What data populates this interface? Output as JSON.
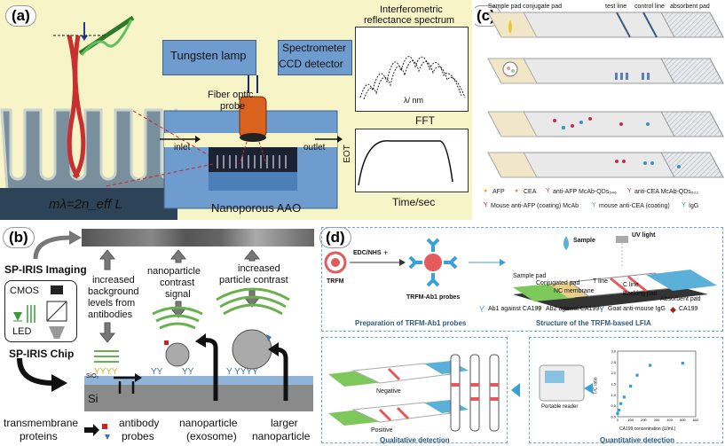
{
  "panel_a": {
    "tag": "(a)",
    "tungsten_lamp": "Tungsten lamp",
    "spectrometer_line1": "Spectrometer",
    "spectrometer_line2": "CCD detector",
    "fiber_line1": "Fiber optic",
    "fiber_line2": "probe",
    "inlet": "inlet",
    "outlet": "outlet",
    "formula": "mλ=2n_eff L",
    "nanoporous": "Nanoporous AAO",
    "spectrum_title_line1": "Interferometric",
    "spectrum_title_line2": "reflectance spectrum",
    "spectrum_xlabel": "λ/ nm",
    "fft": "FFT",
    "eot": "EOT",
    "time": "Time/sec"
  },
  "panel_b": {
    "tag": "(b)",
    "sp_iris_imaging": "SP-IRIS Imaging",
    "sp_iris_chip": "SP-IRIS Chip",
    "cmos": "CMOS",
    "led": "LED",
    "col1_line1": "increased",
    "col1_line2": "background",
    "col1_line3": "levels from",
    "col1_line4": "antibodies",
    "col2_line1": "nanoparticle",
    "col2_line2": "contrast",
    "col2_line3": "signal",
    "col3_line1": "increased",
    "col3_line2": "particle contrast",
    "sio2": "SiO₂",
    "si": "Si",
    "transmembrane_line1": "transmembrane",
    "transmembrane_line2": "proteins",
    "antibody_line1": "antibody",
    "antibody_line2": "probes",
    "nanoparticle_line1": "nanoparticle",
    "nanoparticle_line2": "(exosome)",
    "larger_line1": "larger",
    "larger_line2": "nanoparticle"
  },
  "panel_c": {
    "tag": "(c)",
    "sample_pad": "Sample pad",
    "conjugate_pad": "conjugate pad",
    "test_line": "test line",
    "control_line": "control line",
    "absorbent_pad": "absorbent pad",
    "legend": {
      "afp": "AFP",
      "cea": "CEA",
      "anti_afp": "anti-AFP McAb-QDs₅₄₆",
      "anti_cea": "anti-CEA McAb-QDs₆₂₂",
      "mouse_afp": "Mouse anti-AFP (coating) McAb",
      "mouse_cea": "mouse anti-CEA (coating)",
      "igg": "IgG"
    }
  },
  "panel_d": {
    "tag": "(d)",
    "edc": "EDC/NHS",
    "plus": "+",
    "trfm": "TRFM",
    "trfm_probes": "TRFM-Ab1 probes",
    "sample": "Sample",
    "uv_light": "UV light",
    "sample_pad": "Sample pad",
    "conjugated_pad": "Conjugated pad",
    "nc_membrane": "NC membrane",
    "t_line": "T line",
    "c_line": "C line",
    "backing_pad": "Backing pad",
    "absorbent_pad": "Absorbent pad",
    "legend_ab1": "Ab1 against CA199",
    "legend_ab2": "Ab2 against CA199",
    "legend_goat": "Goat anti-mouse IgG",
    "legend_ca199": "CA199",
    "prep_title": "Preparation of TRFM-Ab1 probes",
    "structure_title": "Structure of the TRFM-based LFIA",
    "negative": "Negative",
    "positive": "Positive",
    "qualitative": "Qualitative detection",
    "portable_reader": "Portable reader",
    "quantitative": "Quantitative detection",
    "plot_ylabel": "T/C ratio",
    "plot_xlabel": "CA199 concentration (U/mL)"
  },
  "chart_data": {
    "type": "scatter",
    "title": "",
    "xlabel": "CA199 concentration (U/mL)",
    "ylabel": "T/C ratio",
    "xlim": [
      0,
      600
    ],
    "ylim": [
      0,
      3.0
    ],
    "x_ticks": [
      "0",
      "100",
      "200",
      "300",
      "400",
      "500",
      "600"
    ],
    "y_ticks": [
      "0.0",
      "0.5",
      "1.0",
      "1.5",
      "2.0",
      "2.5",
      "3.0"
    ],
    "series": [
      {
        "x": [
          0,
          10,
          25,
          50,
          100,
          150,
          250,
          500
        ],
        "y": [
          0.15,
          0.3,
          0.6,
          0.9,
          1.4,
          1.9,
          2.35,
          2.45
        ]
      }
    ]
  }
}
